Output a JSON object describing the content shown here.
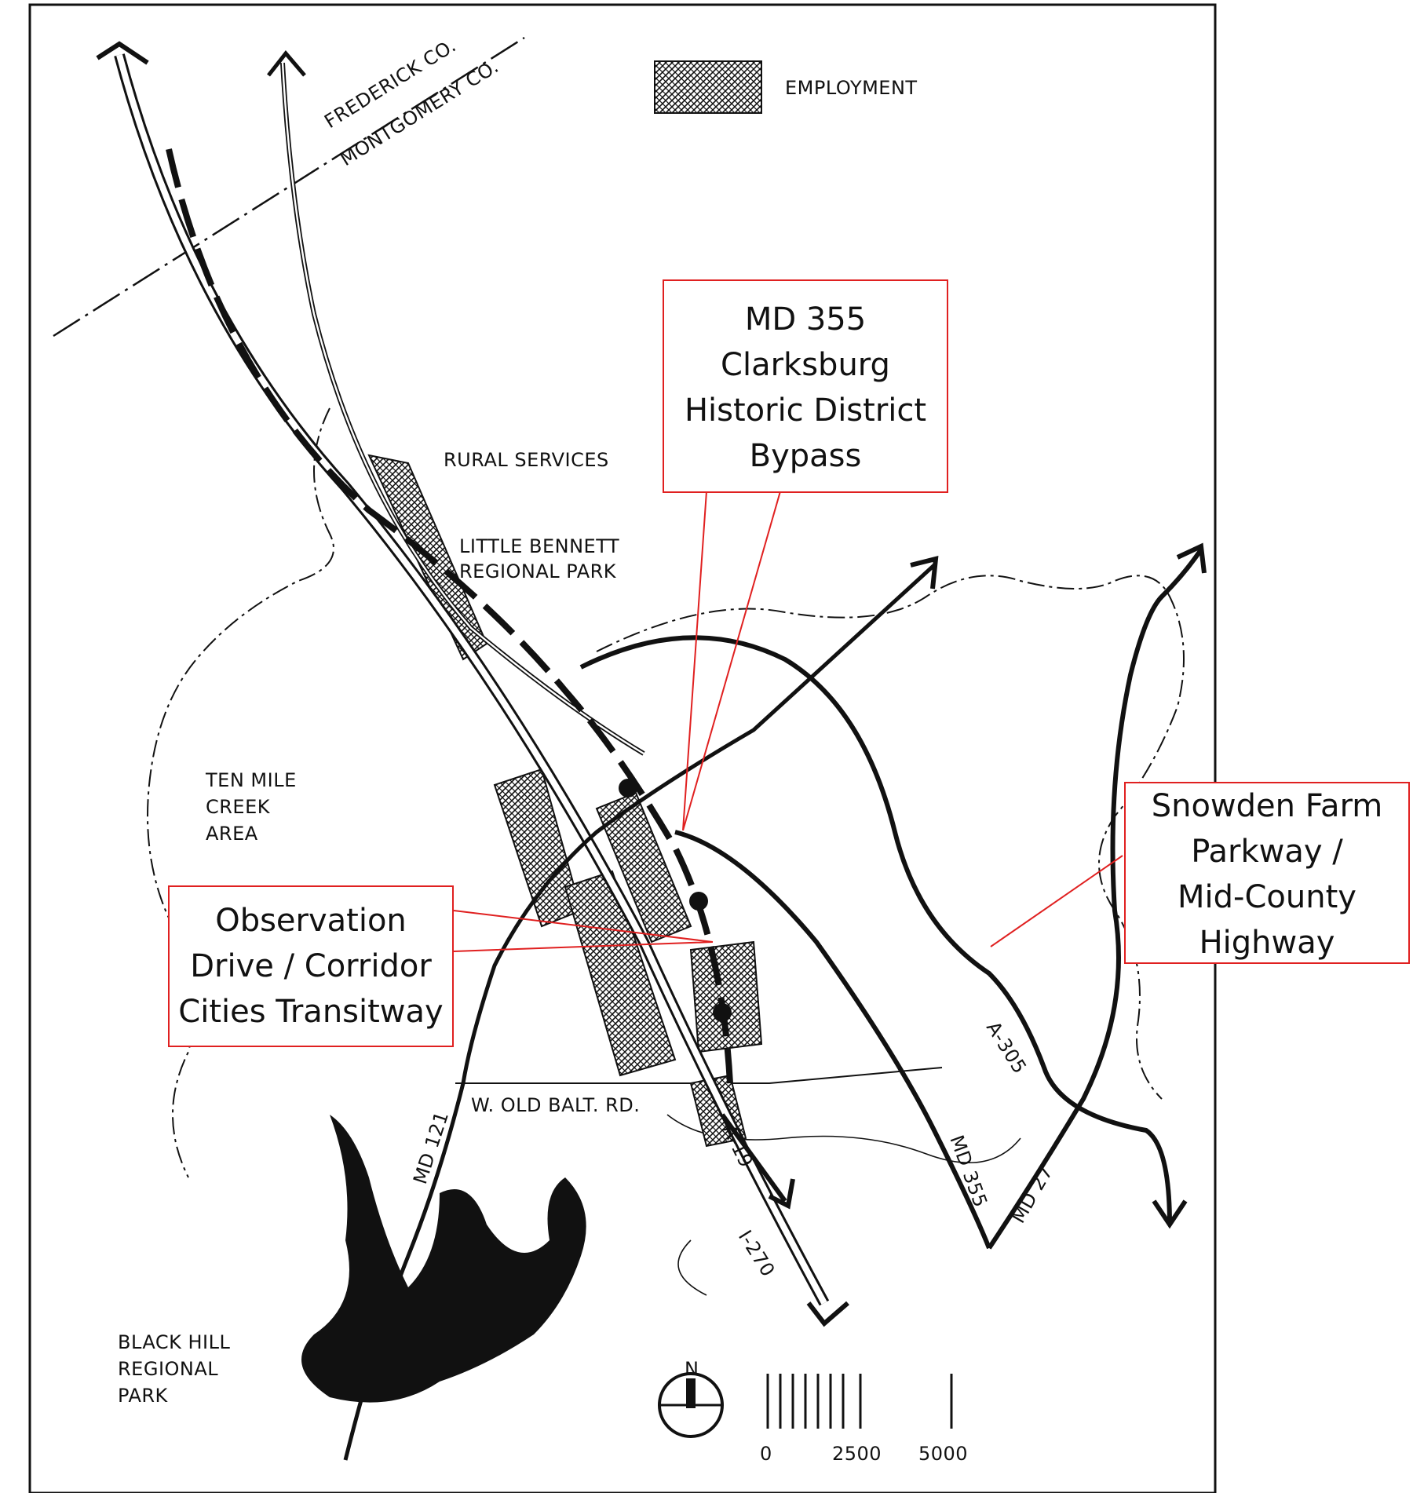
{
  "map": {
    "labels": {
      "frederick": "FREDERICK CO.",
      "montgomery": "MONTGOMERY CO.",
      "employment": "EMPLOYMENT",
      "rural_services": "RURAL SERVICES",
      "little_bennett_1": "LITTLE BENNETT",
      "little_bennett_2": "REGIONAL PARK",
      "ten_mile_1": "TEN MILE",
      "ten_mile_2": "CREEK",
      "ten_mile_3": "AREA",
      "black_hill_1": "BLACK HILL",
      "black_hill_2": "REGIONAL",
      "black_hill_3": "PARK",
      "old_balt": "W. OLD BALT. RD.",
      "md121": "MD 121",
      "a19": "A-19",
      "i270": "I-270",
      "md355": "MD 355",
      "md27": "MD 27",
      "a305": "A-305",
      "north": "N",
      "scale_0": "0",
      "scale_2500": "2500",
      "scale_5000": "5000"
    },
    "callouts": {
      "md355_bypass": [
        "MD 355",
        "Clarksburg",
        "Historic District",
        "Bypass"
      ],
      "snowden": [
        "Snowden Farm",
        "Parkway /",
        "Mid-County",
        "Highway"
      ],
      "observation": [
        "Observation",
        "Drive / Corridor",
        "Cities Transitway"
      ]
    },
    "colors": {
      "callout_border": "#e02020",
      "ink": "#111111",
      "background": "#ffffff"
    }
  }
}
